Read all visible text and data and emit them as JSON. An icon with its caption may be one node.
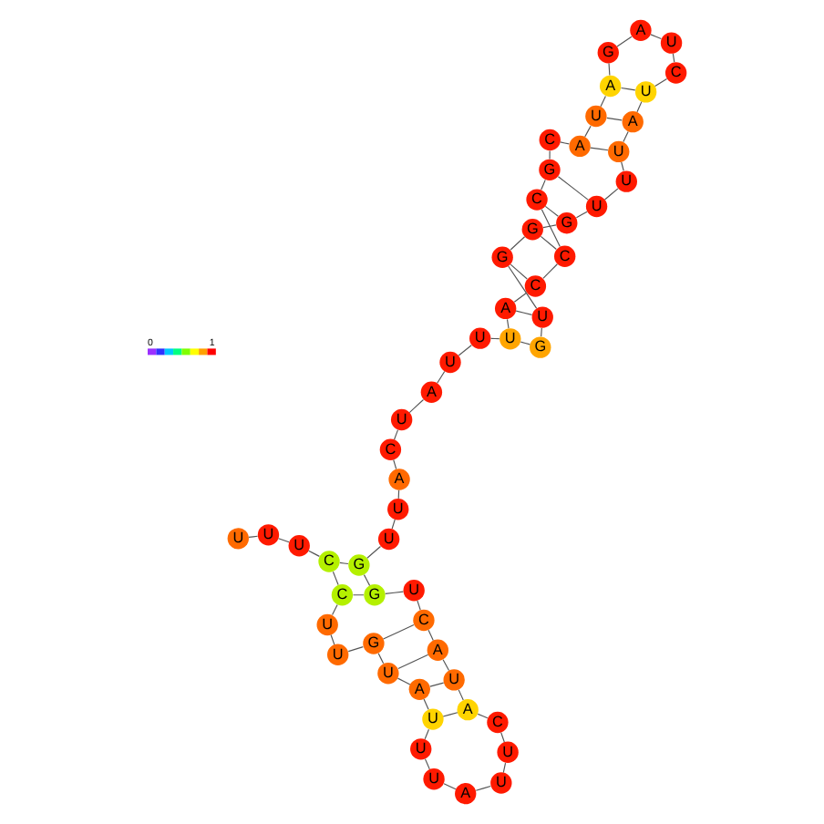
{
  "diagram": {
    "nodes": [
      {
        "text": [
          "U"
        ]
      },
      {
        "text": [
          "U"
        ]
      },
      {
        "text": [
          "U"
        ]
      },
      {
        "text": [
          "C"
        ]
      },
      {
        "text": [
          "C"
        ]
      },
      {
        "text": [
          "U"
        ]
      },
      {
        "text": [
          "U"
        ]
      },
      {
        "text": [
          "G"
        ]
      },
      {
        "text": [
          "U"
        ]
      },
      {
        "text": [
          "A"
        ]
      },
      {
        "text": [
          "U"
        ]
      },
      {
        "text": [
          "U"
        ]
      },
      {
        "text": [
          "U"
        ]
      },
      {
        "text": [
          "A"
        ]
      },
      {
        "text": [
          "U"
        ]
      },
      {
        "text": [
          "U"
        ]
      },
      {
        "text": [
          "C"
        ]
      },
      {
        "text": [
          "A"
        ]
      },
      {
        "text": [
          "U"
        ]
      },
      {
        "text": [
          "A"
        ]
      },
      {
        "text": [
          "C"
        ]
      },
      {
        "text": [
          "U"
        ]
      },
      {
        "text": [
          "G"
        ]
      },
      {
        "text": [
          "G"
        ]
      },
      {
        "text": [
          "U"
        ]
      },
      {
        "text": [
          "U"
        ]
      },
      {
        "text": [
          "A"
        ]
      },
      {
        "text": [
          "C"
        ]
      },
      {
        "text": [
          "U"
        ]
      },
      {
        "text": [
          "A"
        ]
      },
      {
        "text": [
          "U"
        ]
      },
      {
        "text": [
          "U"
        ]
      },
      {
        "text": [
          "U"
        ]
      },
      {
        "text": [
          "A"
        ]
      },
      {
        "text": [
          "C"
        ]
      },
      {
        "text": [
          "C"
        ]
      },
      {
        "text": [
          "C"
        ]
      },
      {
        "text": [
          "G"
        ]
      },
      {
        "text": [
          "C"
        ]
      },
      {
        "text": [
          "A"
        ]
      },
      {
        "text": [
          "U"
        ]
      },
      {
        "text": [
          "A"
        ]
      },
      {
        "text": [
          "G"
        ]
      },
      {
        "text": [
          "A"
        ]
      },
      {
        "text": [
          "U"
        ]
      },
      {
        "text": [
          "C"
        ]
      },
      {
        "text": [
          "U"
        ]
      },
      {
        "text": [
          "A"
        ]
      },
      {
        "text": [
          "U"
        ]
      },
      {
        "text": [
          "U"
        ]
      },
      {
        "text": [
          "U"
        ]
      },
      {
        "text": [
          "G"
        ]
      },
      {
        "text": [
          "G"
        ]
      },
      {
        "text": [
          "G"
        ]
      },
      {
        "text": [
          "U"
        ]
      },
      {
        "text": [
          "G"
        ]
      }
    ],
    "edges": [
      {
        "from": 0,
        "to": 1,
        "arrow": "none"
      },
      {
        "from": 1,
        "to": 2,
        "arrow": "none"
      },
      {
        "from": 2,
        "to": 3,
        "arrow": "none"
      },
      {
        "from": 3,
        "to": 4,
        "arrow": "none"
      },
      {
        "from": 4,
        "to": 5,
        "arrow": "none"
      },
      {
        "from": 5,
        "to": 6,
        "arrow": "none"
      },
      {
        "from": 6,
        "to": 7,
        "arrow": "none"
      },
      {
        "from": 7,
        "to": 8,
        "arrow": "none"
      },
      {
        "from": 8,
        "to": 9,
        "arrow": "none"
      },
      {
        "from": 9,
        "to": 10,
        "arrow": "none"
      },
      {
        "from": 10,
        "to": 11,
        "arrow": "none"
      },
      {
        "from": 11,
        "to": 12,
        "arrow": "none"
      },
      {
        "from": 12,
        "to": 13,
        "arrow": "none"
      },
      {
        "from": 13,
        "to": 14,
        "arrow": "none"
      },
      {
        "from": 14,
        "to": 15,
        "arrow": "none"
      },
      {
        "from": 15,
        "to": 16,
        "arrow": "none"
      },
      {
        "from": 16,
        "to": 17,
        "arrow": "none"
      },
      {
        "from": 17,
        "to": 18,
        "arrow": "none"
      },
      {
        "from": 18,
        "to": 19,
        "arrow": "none"
      },
      {
        "from": 19,
        "to": 20,
        "arrow": "none"
      },
      {
        "from": 20,
        "to": 21,
        "arrow": "none"
      },
      {
        "from": 21,
        "to": 22,
        "arrow": "none"
      },
      {
        "from": 22,
        "to": 23,
        "arrow": "none"
      },
      {
        "from": 23,
        "to": 24,
        "arrow": "none"
      },
      {
        "from": 24,
        "to": 25,
        "arrow": "none"
      },
      {
        "from": 25,
        "to": 26,
        "arrow": "none"
      },
      {
        "from": 26,
        "to": 27,
        "arrow": "none"
      },
      {
        "from": 27,
        "to": 28,
        "arrow": "none"
      },
      {
        "from": 28,
        "to": 29,
        "arrow": "none"
      },
      {
        "from": 29,
        "to": 30,
        "arrow": "none"
      },
      {
        "from": 30,
        "to": 31,
        "arrow": "none"
      },
      {
        "from": 31,
        "to": 32,
        "arrow": "none"
      },
      {
        "from": 32,
        "to": 33,
        "arrow": "none"
      },
      {
        "from": 33,
        "to": 34,
        "arrow": "none"
      },
      {
        "from": 34,
        "to": 35,
        "arrow": "none"
      },
      {
        "from": 35,
        "to": 36,
        "arrow": "none"
      },
      {
        "from": 36,
        "to": 37,
        "arrow": "none"
      },
      {
        "from": 37,
        "to": 38,
        "arrow": "none"
      },
      {
        "from": 38,
        "to": 39,
        "arrow": "none"
      },
      {
        "from": 39,
        "to": 40,
        "arrow": "none"
      },
      {
        "from": 40,
        "to": 41,
        "arrow": "none"
      },
      {
        "from": 41,
        "to": 42,
        "arrow": "none"
      },
      {
        "from": 42,
        "to": 43,
        "arrow": "none"
      },
      {
        "from": 43,
        "to": 44,
        "arrow": "none"
      },
      {
        "from": 44,
        "to": 45,
        "arrow": "none"
      },
      {
        "from": 45,
        "to": 46,
        "arrow": "none"
      },
      {
        "from": 46,
        "to": 47,
        "arrow": "none"
      },
      {
        "from": 47,
        "to": 48,
        "arrow": "none"
      },
      {
        "from": 48,
        "to": 49,
        "arrow": "none"
      },
      {
        "from": 49,
        "to": 50,
        "arrow": "none"
      },
      {
        "from": 50,
        "to": 51,
        "arrow": "none"
      },
      {
        "from": 51,
        "to": 52,
        "arrow": "none"
      },
      {
        "from": 52,
        "to": 53,
        "arrow": "none"
      },
      {
        "from": 53,
        "to": 54,
        "arrow": "none"
      },
      {
        "from": 54,
        "to": 55,
        "arrow": "none"
      },
      {
        "from": 3,
        "to": 23,
        "arrow": "none"
      },
      {
        "from": 4,
        "to": 22,
        "arrow": "none"
      },
      {
        "from": 7,
        "to": 20,
        "arrow": "none"
      },
      {
        "from": 8,
        "to": 19,
        "arrow": "none"
      },
      {
        "from": 9,
        "to": 18,
        "arrow": "none"
      },
      {
        "from": 10,
        "to": 17,
        "arrow": "none"
      },
      {
        "from": 32,
        "to": 55,
        "arrow": "none"
      },
      {
        "from": 33,
        "to": 54,
        "arrow": "none"
      },
      {
        "from": 34,
        "to": 53,
        "arrow": "none"
      },
      {
        "from": 35,
        "to": 52,
        "arrow": "none"
      },
      {
        "from": 36,
        "to": 51,
        "arrow": "none"
      },
      {
        "from": 37,
        "to": 50,
        "arrow": "none"
      },
      {
        "from": 39,
        "to": 48,
        "arrow": "none"
      },
      {
        "from": 40,
        "to": 47,
        "arrow": "none"
      },
      {
        "from": 41,
        "to": 46,
        "arrow": "none"
      }
    ],
    "labels": [
      "0",
      "1"
    ]
  }
}
